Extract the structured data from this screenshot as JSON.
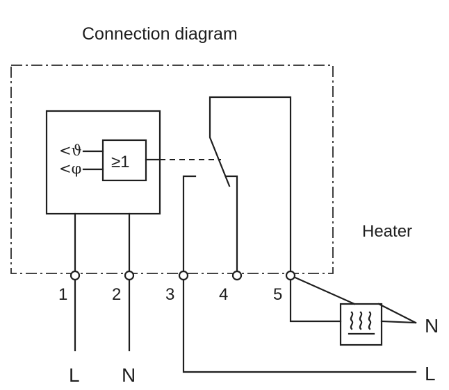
{
  "title": "Connection diagram",
  "heater_label": "Heater",
  "logic_symbol": "≥1",
  "inputs": {
    "temp": "<ϑ",
    "humidity": "<φ"
  },
  "terminals": [
    "1",
    "2",
    "3",
    "4",
    "5"
  ],
  "supply": {
    "terminal1": "L",
    "terminal2": "N",
    "heater_right": "N",
    "heater_bottom": "L"
  },
  "icons": {
    "heater": "heater-waves-icon"
  }
}
